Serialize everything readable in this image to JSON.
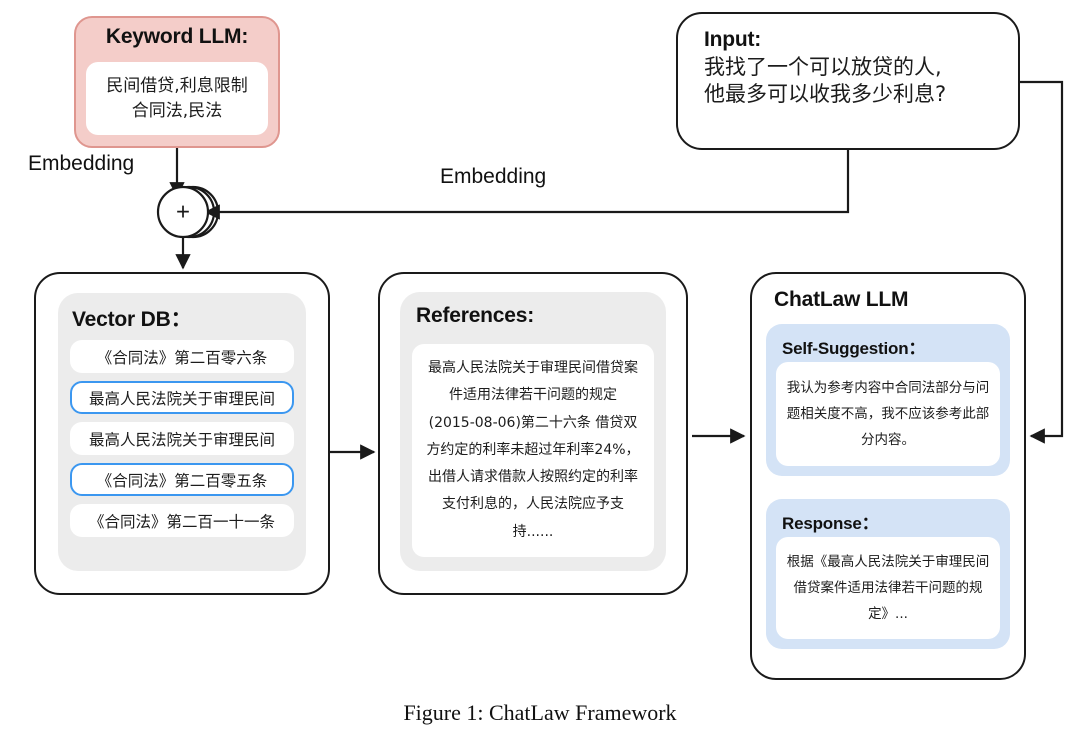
{
  "figure": {
    "caption": "Figure 1: ChatLaw Framework"
  },
  "colors": {
    "keyword_fill": "#f4cdc9",
    "keyword_border": "#df968f",
    "panel_grey": "#ececec",
    "panel_blue": "#d4e3f6",
    "highlight_blue": "#3b97f0",
    "stroke": "#1a1a1a",
    "white": "#ffffff"
  },
  "keyword_llm": {
    "title": "Keyword LLM:",
    "lines": [
      "民间借贷,利息限制",
      "合同法,民法"
    ]
  },
  "input": {
    "title": "Input:",
    "lines": [
      "我找了一个可以放贷的人,",
      "他最多可以收我多少利息?"
    ]
  },
  "combiner": {
    "symbol": "+",
    "name": "sum-node"
  },
  "edges": {
    "embedding_left_label": "Embedding",
    "embedding_right_label": "Embedding"
  },
  "vector_db": {
    "title": "Vector DB：",
    "items": [
      {
        "text": "《合同法》第二百零六条",
        "selected": false
      },
      {
        "text": "最高人民法院关于审理民间",
        "selected": true
      },
      {
        "text": "最高人民法院关于审理民间",
        "selected": false
      },
      {
        "text": "《合同法》第二百零五条",
        "selected": true
      },
      {
        "text": "《合同法》第二百一十一条",
        "selected": false
      }
    ]
  },
  "references": {
    "title": "References:",
    "body": "最高人民法院关于审理民间借贷案件适用法律若干问题的规定(2015-08-06)第二十六条 借贷双方约定的利率未超过年利率24%，出借人请求借款人按照约定的利率支付利息的，人民法院应予支持......"
  },
  "chatlaw_llm": {
    "title": "ChatLaw LLM",
    "self_suggestion": {
      "title": "Self-Suggestion：",
      "body": "我认为参考内容中合同法部分与问题相关度不高，我不应该参考此部分内容。"
    },
    "response": {
      "title": "Response：",
      "body": "根据《最高人民法院关于审理民间借贷案件适用法律若干问题的规定》..."
    }
  }
}
